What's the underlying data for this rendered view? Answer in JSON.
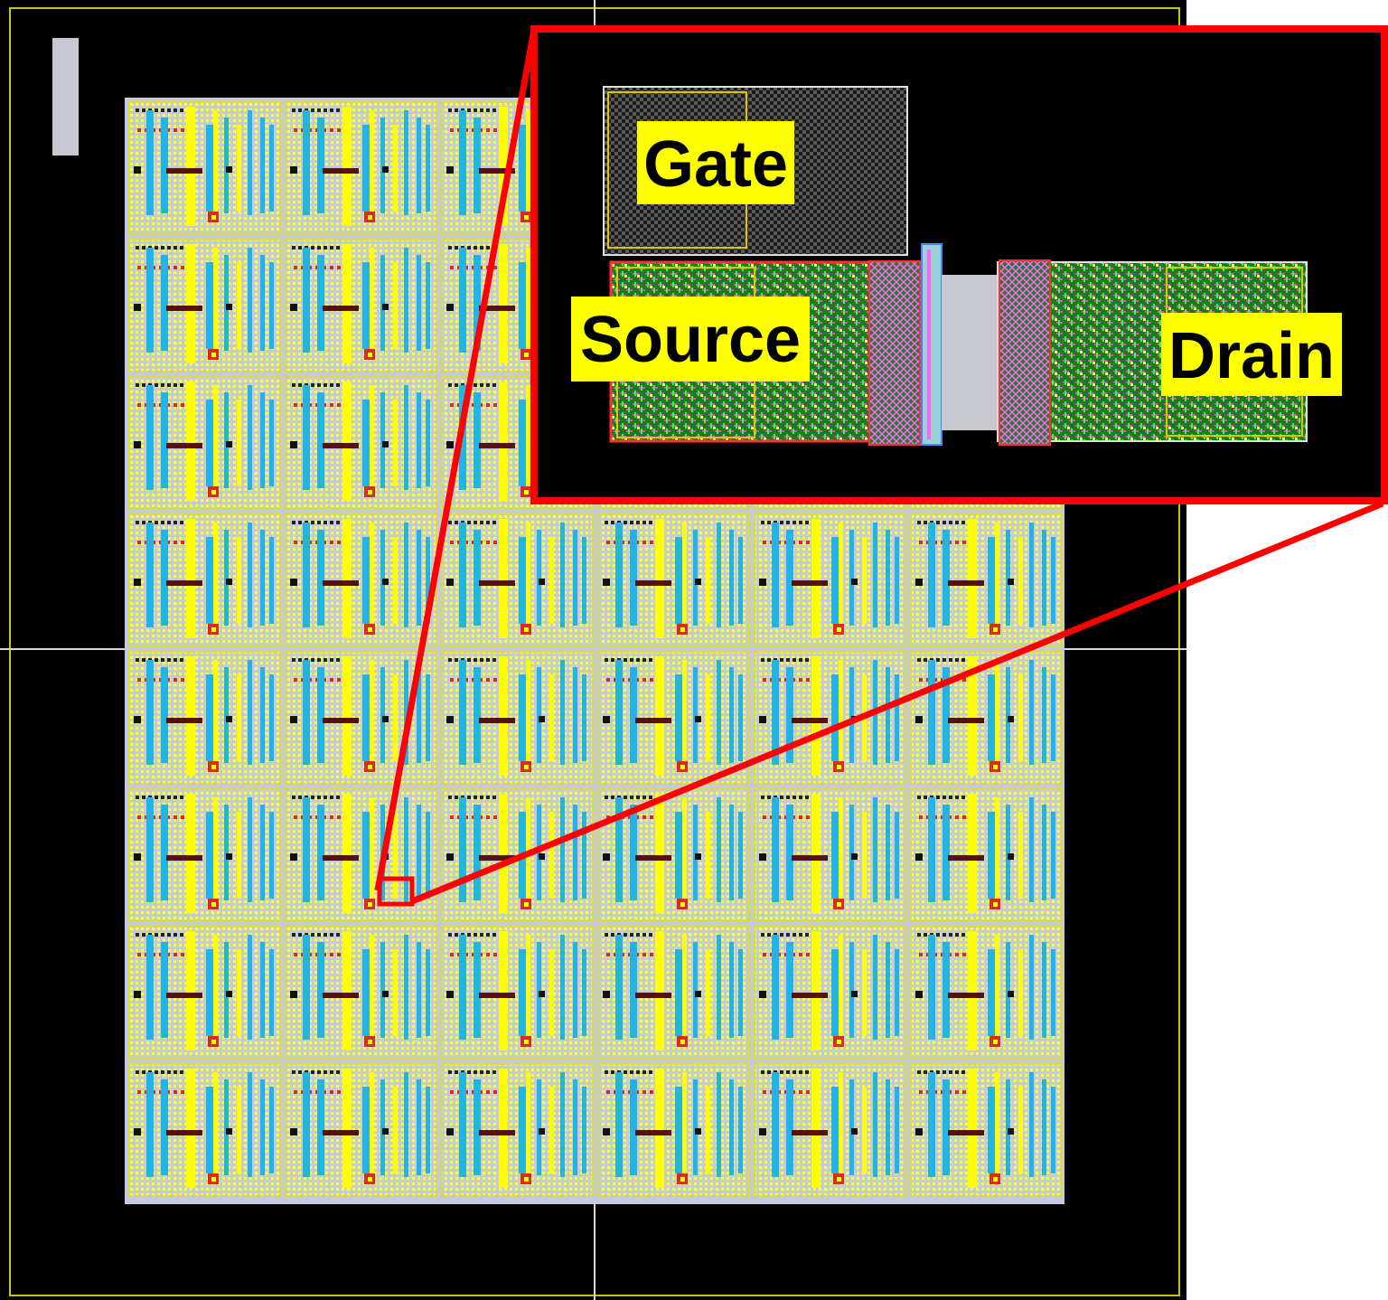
{
  "colors": {
    "background": "#000000",
    "page": "#ffffff",
    "die_border": "#c8c800",
    "crosshair": "#d8d8d8",
    "array_fill": "#c4cbe0",
    "cell_border": "#dcdc3c",
    "metal_yellow": "#ffff00",
    "metal_cyan": "#23b4e6",
    "contact_red": "#e0281e",
    "marker_gray": "#c8c8d2",
    "zoom_highlight": "#ff0000",
    "gate_fill": "#2a2a2a",
    "diffusion_green": "#22aa22",
    "channel_gray": "#c8c8d0",
    "label_background": "#ffff00"
  },
  "layout_view": {
    "array_rows": 8,
    "array_columns": 6,
    "covered_columns_in_top_rows": 3,
    "highlighted_cell": {
      "row": 6,
      "column": 2
    }
  },
  "zoom_inset": {
    "labels": {
      "gate": "Gate",
      "source": "Source",
      "drain": "Drain"
    }
  }
}
